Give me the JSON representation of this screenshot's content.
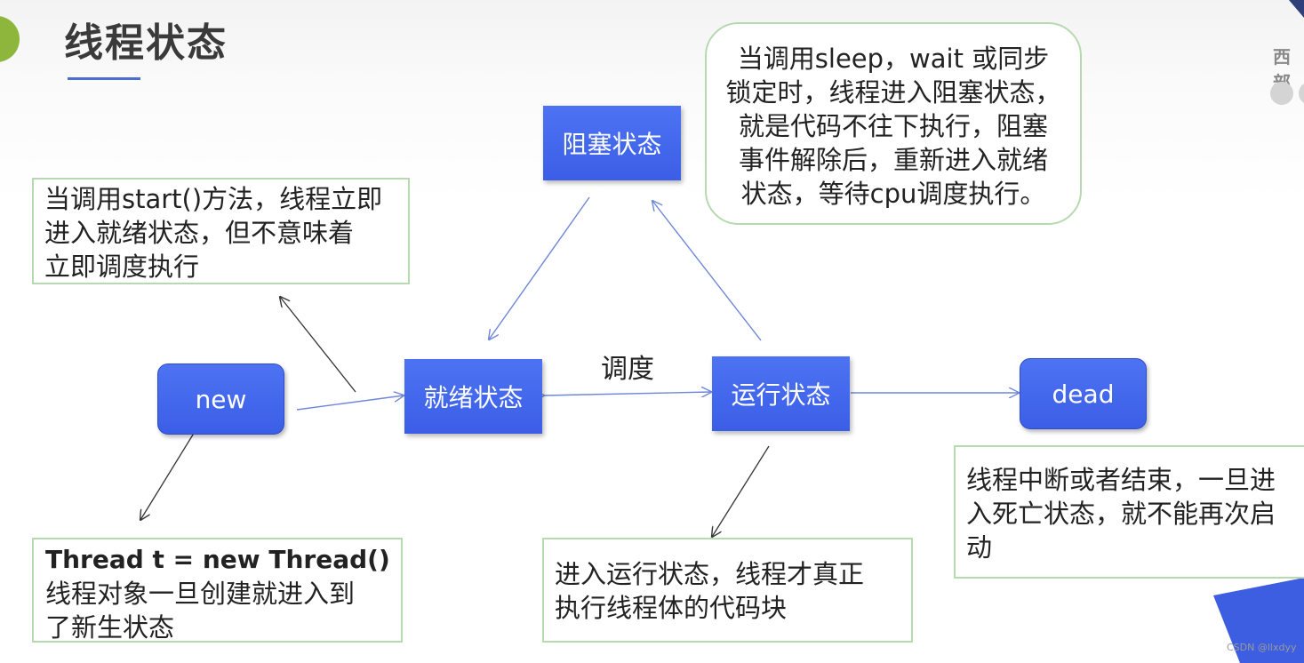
{
  "title": "线程状态",
  "states": {
    "new": "new",
    "ready": "就绪状态",
    "running": "运行状态",
    "blocked": "阻塞状态",
    "dead": "dead"
  },
  "edge_label": "调度",
  "notes": {
    "start": [
      "当调用start()方法，线程立即",
      "进入就绪状态，但不意味着",
      "立即调度执行"
    ],
    "new_thread_code": "Thread t = new Thread()",
    "new_thread": [
      "线程对象一旦创建就进入到",
      "了新生状态"
    ],
    "blocked": [
      "当调用sleep，wait 或同步",
      "锁定时，线程进入阻塞状态，",
      "就是代码不往下执行，阻塞",
      "事件解除后，重新进入就绪",
      "状态，等待cpu调度执行。"
    ],
    "running": [
      "进入运行状态，线程才真正",
      "执行线程体的代码块"
    ],
    "dead": [
      "线程中断或者结束，一旦进",
      "入死亡状态，就不能再次启",
      "动"
    ]
  },
  "side_text": "西部",
  "watermark": "CSDN @llxdyy",
  "colors": {
    "state_fill": "#4169ee",
    "note_border": "#b6d9b0",
    "blue_line": "#6f87d8",
    "black_line": "#333333"
  }
}
